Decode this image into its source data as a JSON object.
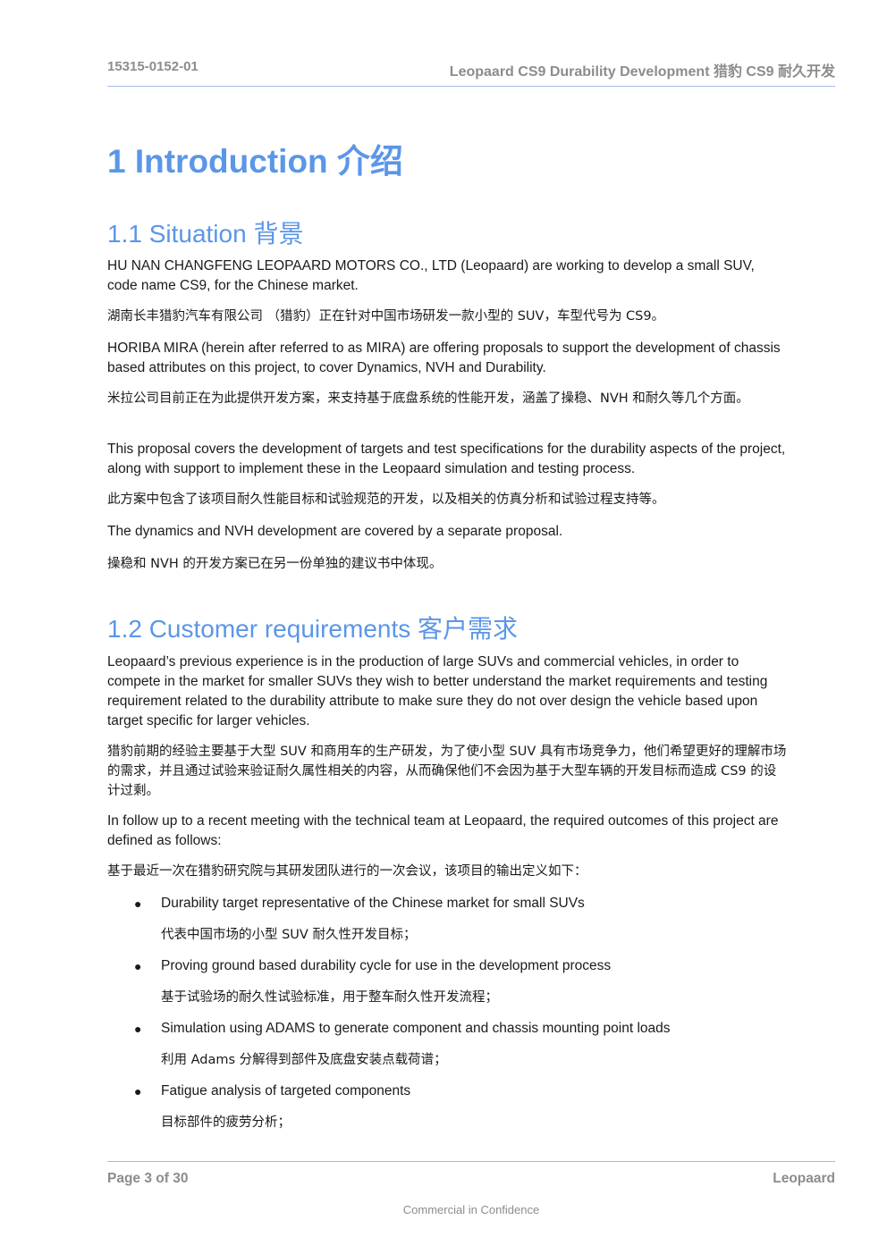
{
  "header": {
    "doc_ref": "15315-0152-01",
    "doc_title": "Leopaard CS9 Durability Development 猎豹 CS9 耐久开发"
  },
  "section1": {
    "heading": "1  Introduction 介绍"
  },
  "section1_1": {
    "heading": "1.1  Situation 背景",
    "paragraphs": [
      "HU NAN CHANGFENG LEOPAARD MOTORS CO., LTD (Leopaard) are working to develop a small SUV, code name CS9, for the Chinese market.",
      "湖南长丰猎豹汽车有限公司 （猎豹）正在针对中国市场研发一款小型的 SUV，车型代号为 CS9。",
      "HORIBA MIRA (herein after referred to as MIRA) are offering proposals to support the development of chassis based attributes on this project, to cover Dynamics, NVH and Durability.",
      "米拉公司目前正在为此提供开发方案，来支持基于底盘系统的性能开发，涵盖了操稳、NVH 和耐久等几个方面。",
      "This proposal covers the development of targets and test specifications for the durability aspects of the project, along with support to implement these in the Leopaard simulation and testing process.",
      "此方案中包含了该项目耐久性能目标和试验规范的开发，以及相关的仿真分析和试验过程支持等。",
      "The dynamics and NVH development are covered by a separate proposal.",
      "操稳和 NVH 的开发方案已在另一份单独的建议书中体现。"
    ]
  },
  "section1_2": {
    "heading": "1.2 Customer requirements 客户需求",
    "paragraphs": [
      "Leopaard’s previous experience is in the production of large SUVs and commercial vehicles, in order to compete in the market for smaller SUVs they wish to better understand the market requirements and testing requirement related to the durability attribute to make sure they do not over design the vehicle based upon target specific for larger vehicles.",
      "猎豹前期的经验主要基于大型 SUV 和商用车的生产研发，为了使小型 SUV 具有市场竞争力，他们希望更好的理解市场的需求，并且通过试验来验证耐久属性相关的内容，从而确保他们不会因为基于大型车辆的开发目标而造成 CS9 的设计过剩。",
      "In follow up to a recent meeting with the technical team at Leopaard, the required outcomes of this project are defined as follows:",
      "基于最近一次在猎豹研究院与其研发团队进行的一次会议，该项目的输出定义如下："
    ],
    "bullets": [
      {
        "en": "Durability target representative of the Chinese market for small SUVs",
        "cn": "代表中国市场的小型 SUV 耐久性开发目标；"
      },
      {
        "en": "Proving ground based durability cycle for use in the development process",
        "cn": "基于试验场的耐久性试验标准，用于整车耐久性开发流程；"
      },
      {
        "en": "Simulation using ADAMS to generate component and chassis mounting point loads",
        "cn": "利用 Adams 分解得到部件及底盘安装点载荷谱；"
      },
      {
        "en": "Fatigue analysis of targeted components",
        "cn": "目标部件的疲劳分析；"
      }
    ]
  },
  "footer": {
    "page": "Page 3 of 30",
    "company": "Leopaard",
    "confidentiality": "Commercial in Confidence"
  }
}
